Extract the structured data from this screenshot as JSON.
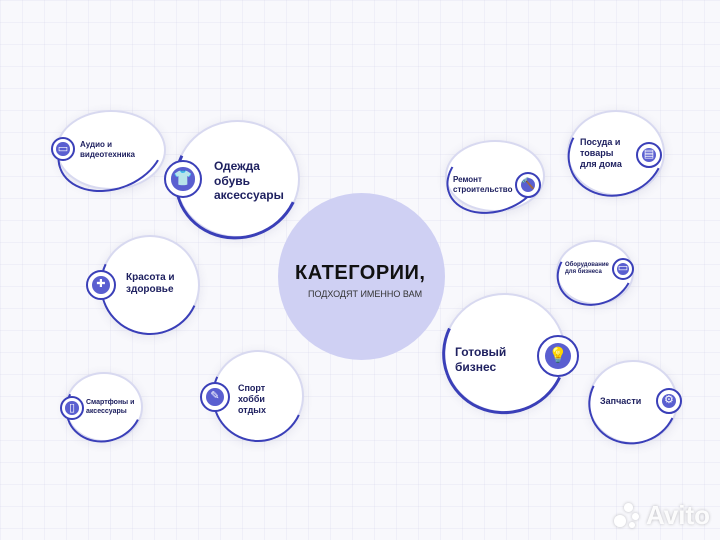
{
  "center": {
    "title": "КАТЕГОРИИ,",
    "subtitle": "ПОДХОДЯТ ИМЕННО ВАМ"
  },
  "categories": [
    {
      "label": "Аудио и видеотехника",
      "icon": "audio-tv-icon"
    },
    {
      "label": "Одежда обувь аксессуары",
      "icon": "clothing-icon"
    },
    {
      "label": "Красота и здоровье",
      "icon": "beauty-icon"
    },
    {
      "label": "Смартфоны и аксессуары",
      "icon": "smartphone-icon"
    },
    {
      "label": "Спорт хобби отдых",
      "icon": "sport-icon"
    },
    {
      "label": "Ремонт строительство",
      "icon": "repair-icon"
    },
    {
      "label": "Посуда и товары для дома",
      "icon": "home-goods-icon"
    },
    {
      "label": "Оборудование для бизнеса",
      "icon": "business-equipment-icon"
    },
    {
      "label": "Готовый бизнес",
      "icon": "lightbulb-icon"
    },
    {
      "label": "Запчасти",
      "icon": "gear-icon"
    }
  ],
  "watermark": "Avito",
  "colors": {
    "accent": "#3a3fb8",
    "center": "#cfd0f3",
    "text": "#1f2160"
  }
}
